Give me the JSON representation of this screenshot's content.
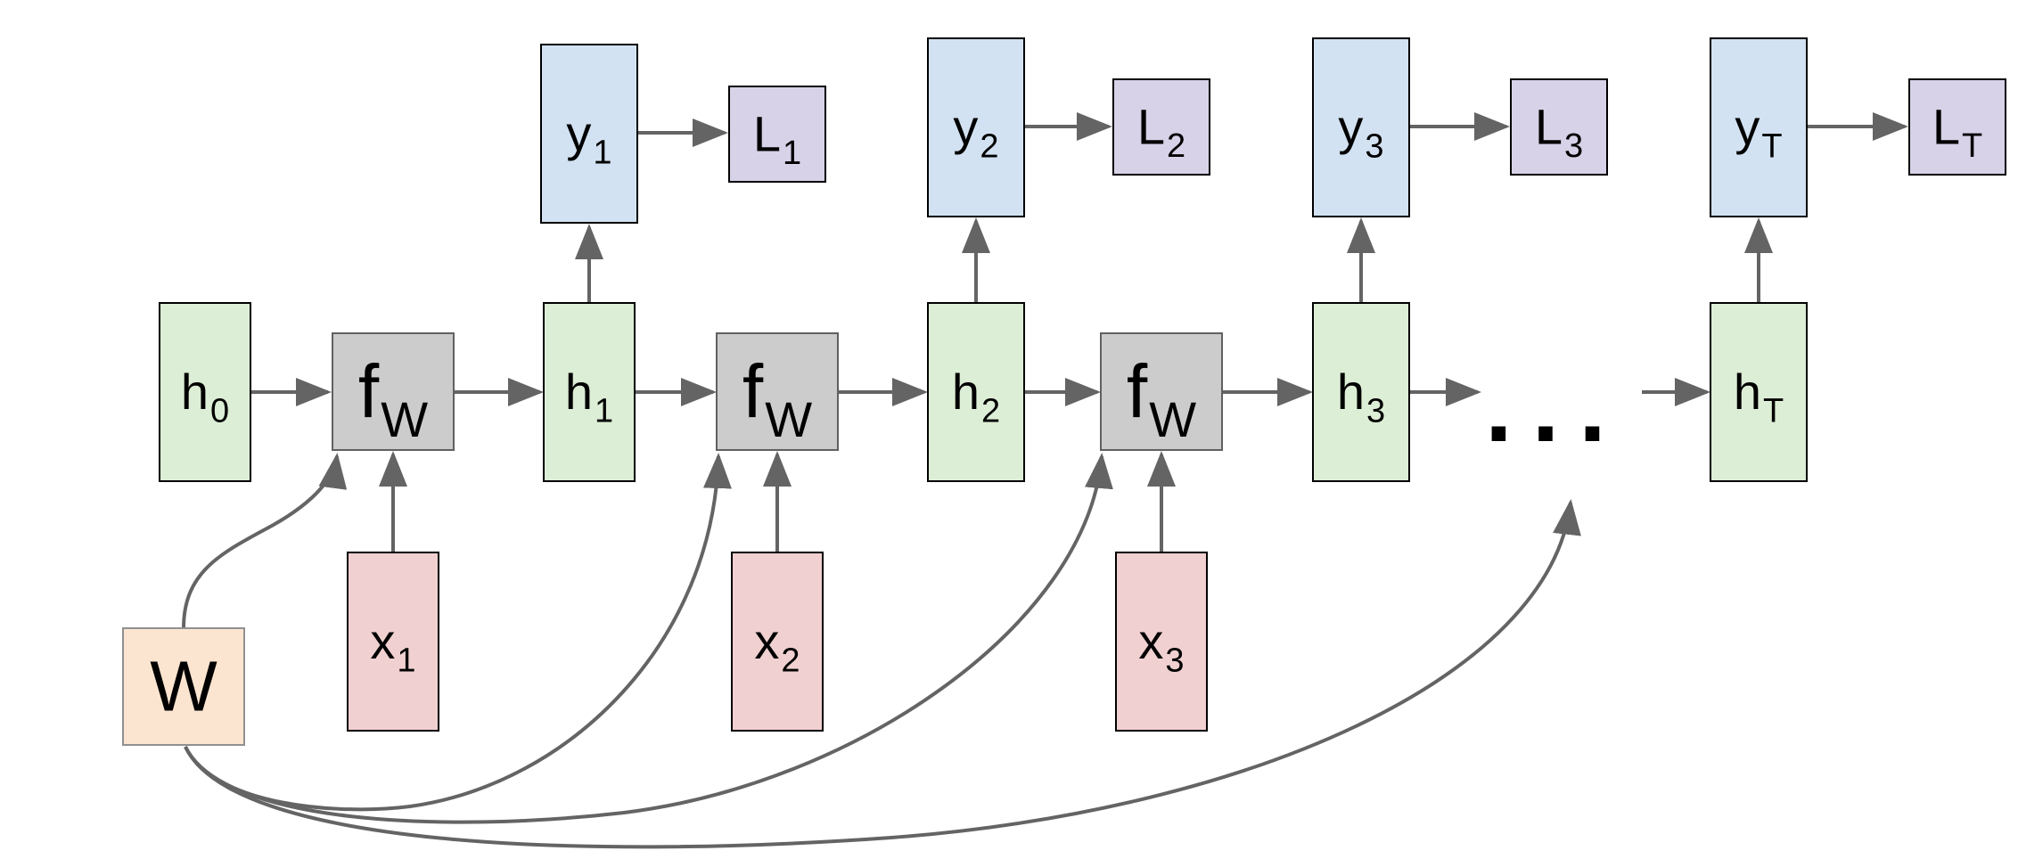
{
  "colors": {
    "h": "#dceed5",
    "f": "#cccccc",
    "x": "#f0d0d0",
    "y": "#d2e2f2",
    "L": "#d8d2e8",
    "W": "#fce5d0",
    "edge": "#646464"
  },
  "nodes": {
    "h0": {
      "base": "h",
      "sub": "0"
    },
    "h1": {
      "base": "h",
      "sub": "1"
    },
    "h2": {
      "base": "h",
      "sub": "2"
    },
    "h3": {
      "base": "h",
      "sub": "3"
    },
    "hT": {
      "base": "h",
      "sub": "T"
    },
    "f1": {
      "base": "f",
      "sub": "W"
    },
    "f2": {
      "base": "f",
      "sub": "W"
    },
    "f3": {
      "base": "f",
      "sub": "W"
    },
    "x1": {
      "base": "x",
      "sub": "1"
    },
    "x2": {
      "base": "x",
      "sub": "2"
    },
    "x3": {
      "base": "x",
      "sub": "3"
    },
    "y1": {
      "base": "y",
      "sub": "1"
    },
    "y2": {
      "base": "y",
      "sub": "2"
    },
    "y3": {
      "base": "y",
      "sub": "3"
    },
    "yT": {
      "base": "y",
      "sub": "T"
    },
    "L1": {
      "base": "L",
      "sub": "1"
    },
    "L2": {
      "base": "L",
      "sub": "2"
    },
    "L3": {
      "base": "L",
      "sub": "3"
    },
    "LT": {
      "base": "L",
      "sub": "T"
    },
    "W": {
      "base": "W",
      "sub": ""
    }
  },
  "ellipsis": "..."
}
